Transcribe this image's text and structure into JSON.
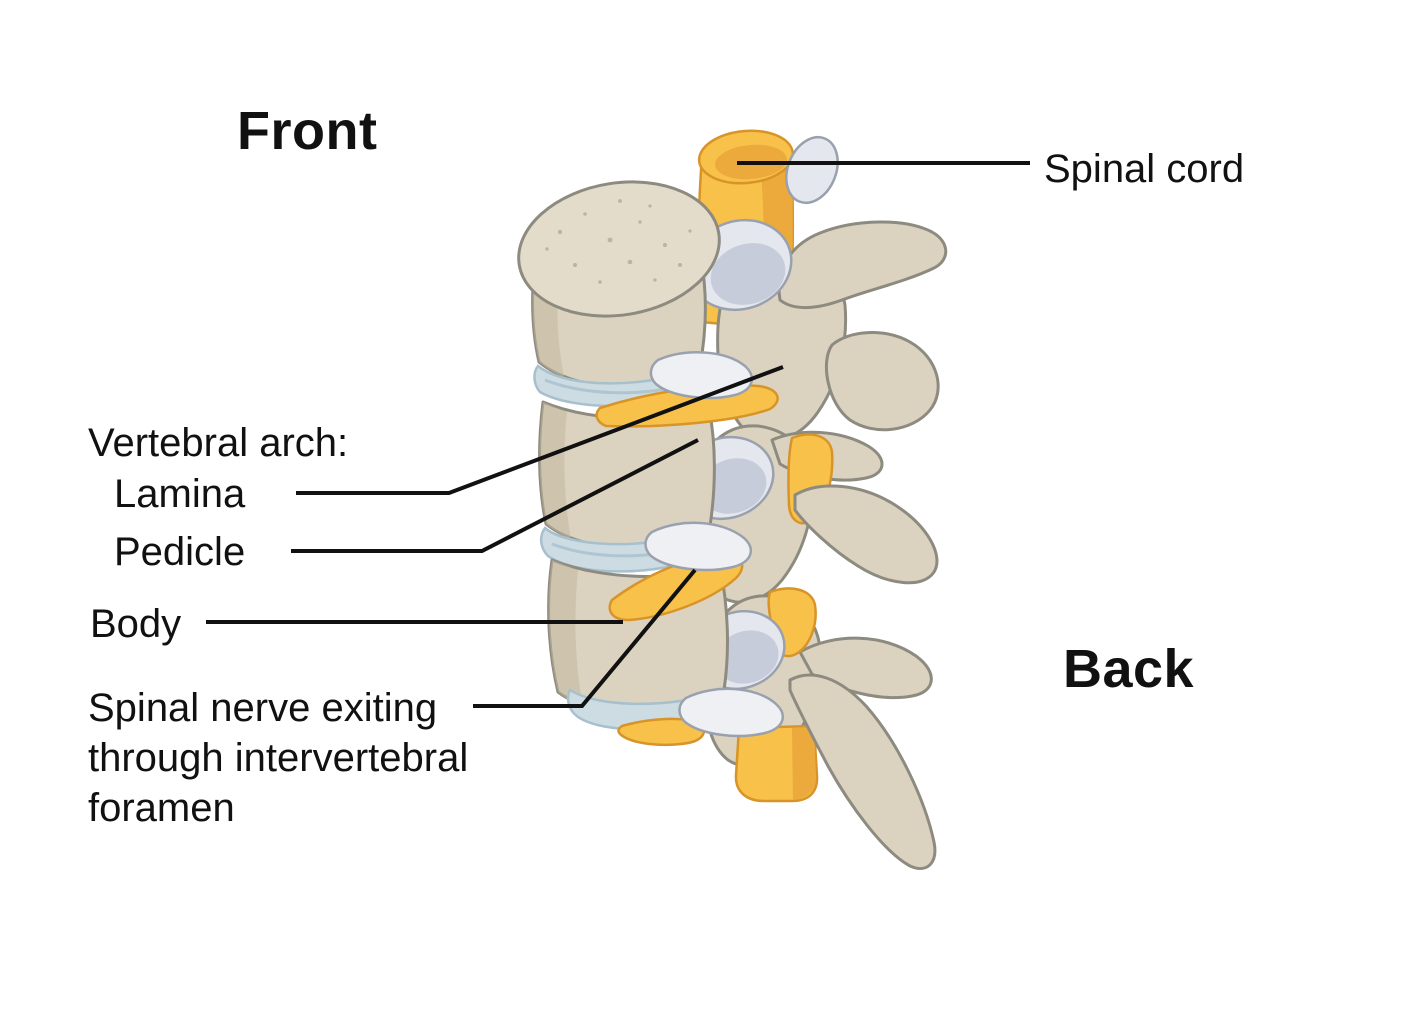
{
  "orientation": {
    "front": "Front",
    "back": "Back"
  },
  "labels": {
    "spinal_cord": "Spinal cord",
    "vertebral_arch_heading": "Vertebral arch:",
    "lamina": "Lamina",
    "pedicle": "Pedicle",
    "body": "Body",
    "spinal_nerve": "Spinal nerve exiting through intervertebral foramen"
  },
  "illustration": {
    "subject": "Three stacked vertebrae, oblique lateral view, with spinal cord, intervertebral discs and exiting spinal nerves"
  },
  "colors": {
    "background": "#ffffff",
    "text": "#111111",
    "leader_line": "#111111",
    "bone": "#dbd3c0",
    "bone_shade": "#c2b89e",
    "bone_light": "#e3dccb",
    "bone_outline": "#8d8a80",
    "cartilage": "#e4e7ee",
    "cartilage_shade": "#c2c9d7",
    "cartilage_outline": "#9aa1ae",
    "disc": "#cddbe3",
    "disc_outline": "#a6c0cd",
    "nerve": "#f7c14a",
    "nerve_shade": "#eca93c",
    "nerve_outline": "#d89428",
    "speckle": "#b5aa8e"
  }
}
